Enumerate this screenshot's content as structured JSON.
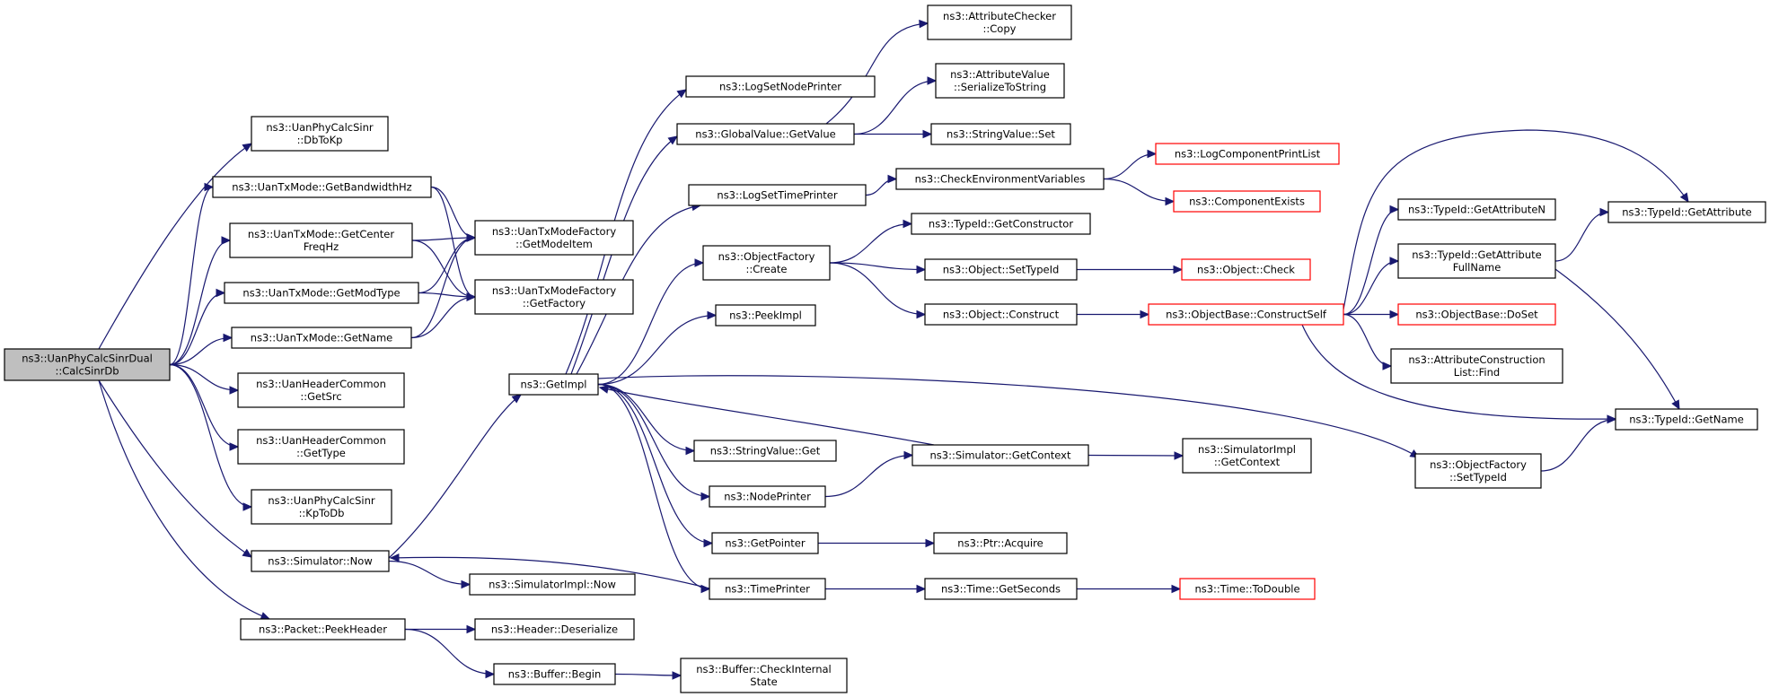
{
  "graph": {
    "nodes": [
      {
        "id": "root",
        "lines": [
          "ns3::UanPhyCalcSinrDual",
          "::CalcSinrDb"
        ],
        "style": "root"
      },
      {
        "id": "dbToKp",
        "lines": [
          "ns3::UanPhyCalcSinr",
          "::DbToKp"
        ],
        "style": "normal"
      },
      {
        "id": "getBandwidthHz",
        "lines": [
          "ns3::UanTxMode::GetBandwidthHz"
        ],
        "style": "normal"
      },
      {
        "id": "getCenterFreqHz",
        "lines": [
          "ns3::UanTxMode::GetCenter",
          "FreqHz"
        ],
        "style": "normal"
      },
      {
        "id": "getModType",
        "lines": [
          "ns3::UanTxMode::GetModType"
        ],
        "style": "normal"
      },
      {
        "id": "getName",
        "lines": [
          "ns3::UanTxMode::GetName"
        ],
        "style": "normal"
      },
      {
        "id": "getSrc",
        "lines": [
          "ns3::UanHeaderCommon",
          "::GetSrc"
        ],
        "style": "normal"
      },
      {
        "id": "getType",
        "lines": [
          "ns3::UanHeaderCommon",
          "::GetType"
        ],
        "style": "normal"
      },
      {
        "id": "kpToDb",
        "lines": [
          "ns3::UanPhyCalcSinr",
          "::KpToDb"
        ],
        "style": "normal"
      },
      {
        "id": "simNow",
        "lines": [
          "ns3::Simulator::Now"
        ],
        "style": "normal"
      },
      {
        "id": "peekHeader",
        "lines": [
          "ns3::Packet::PeekHeader"
        ],
        "style": "normal"
      },
      {
        "id": "getModeItem",
        "lines": [
          "ns3::UanTxModeFactory",
          "::GetModeItem"
        ],
        "style": "normal"
      },
      {
        "id": "getFactory",
        "lines": [
          "ns3::UanTxModeFactory",
          "::GetFactory"
        ],
        "style": "normal"
      },
      {
        "id": "implNow",
        "lines": [
          "ns3::SimulatorImpl::Now"
        ],
        "style": "normal"
      },
      {
        "id": "deserialize",
        "lines": [
          "ns3::Header::Deserialize"
        ],
        "style": "normal"
      },
      {
        "id": "bufBegin",
        "lines": [
          "ns3::Buffer::Begin"
        ],
        "style": "normal"
      },
      {
        "id": "checkInternal",
        "lines": [
          "ns3::Buffer::CheckInternal",
          "State"
        ],
        "style": "normal"
      },
      {
        "id": "getImpl",
        "lines": [
          "ns3::GetImpl"
        ],
        "style": "normal"
      },
      {
        "id": "logSetNodePrinter",
        "lines": [
          "ns3::LogSetNodePrinter"
        ],
        "style": "normal"
      },
      {
        "id": "gvGetValue",
        "lines": [
          "ns3::GlobalValue::GetValue"
        ],
        "style": "normal"
      },
      {
        "id": "logSetTimePrinter",
        "lines": [
          "ns3::LogSetTimePrinter"
        ],
        "style": "normal"
      },
      {
        "id": "ofCreate",
        "lines": [
          "ns3::ObjectFactory",
          "::Create"
        ],
        "style": "normal"
      },
      {
        "id": "peekImpl",
        "lines": [
          "ns3::PeekImpl"
        ],
        "style": "normal"
      },
      {
        "id": "svGet",
        "lines": [
          "ns3::StringValue::Get"
        ],
        "style": "normal"
      },
      {
        "id": "nodePrinter",
        "lines": [
          "ns3::NodePrinter"
        ],
        "style": "normal"
      },
      {
        "id": "getPointer",
        "lines": [
          "ns3::GetPointer"
        ],
        "style": "normal"
      },
      {
        "id": "timePrinter",
        "lines": [
          "ns3::TimePrinter"
        ],
        "style": "normal"
      },
      {
        "id": "acCopy",
        "lines": [
          "ns3::AttributeChecker",
          "::Copy"
        ],
        "style": "normal"
      },
      {
        "id": "avSerialize",
        "lines": [
          "ns3::AttributeValue",
          "::SerializeToString"
        ],
        "style": "normal"
      },
      {
        "id": "svSet",
        "lines": [
          "ns3::StringValue::Set"
        ],
        "style": "normal"
      },
      {
        "id": "checkEnv",
        "lines": [
          "ns3::CheckEnvironmentVariables"
        ],
        "style": "normal"
      },
      {
        "id": "tidGetConstructor",
        "lines": [
          "ns3::TypeId::GetConstructor"
        ],
        "style": "normal"
      },
      {
        "id": "objSetTypeId",
        "lines": [
          "ns3::Object::SetTypeId"
        ],
        "style": "normal"
      },
      {
        "id": "objConstruct",
        "lines": [
          "ns3::Object::Construct"
        ],
        "style": "normal"
      },
      {
        "id": "simGetContext",
        "lines": [
          "ns3::Simulator::GetContext"
        ],
        "style": "normal"
      },
      {
        "id": "ptrAcquire",
        "lines": [
          "ns3::Ptr::Acquire"
        ],
        "style": "normal"
      },
      {
        "id": "timeGetSeconds",
        "lines": [
          "ns3::Time::GetSeconds"
        ],
        "style": "normal"
      },
      {
        "id": "logCompPrintList",
        "lines": [
          "ns3::LogComponentPrintList"
        ],
        "style": "red"
      },
      {
        "id": "componentExists",
        "lines": [
          "ns3::ComponentExists"
        ],
        "style": "red"
      },
      {
        "id": "objCheck",
        "lines": [
          "ns3::Object::Check"
        ],
        "style": "red"
      },
      {
        "id": "constructSelf",
        "lines": [
          "ns3::ObjectBase::ConstructSelf"
        ],
        "style": "red"
      },
      {
        "id": "implGetContext",
        "lines": [
          "ns3::SimulatorImpl",
          "::GetContext"
        ],
        "style": "normal"
      },
      {
        "id": "timeToDouble",
        "lines": [
          "ns3::Time::ToDouble"
        ],
        "style": "red"
      },
      {
        "id": "tidGetAttributeN",
        "lines": [
          "ns3::TypeId::GetAttributeN"
        ],
        "style": "normal"
      },
      {
        "id": "tidGetAttrFullName",
        "lines": [
          "ns3::TypeId::GetAttribute",
          "FullName"
        ],
        "style": "normal"
      },
      {
        "id": "obDoSet",
        "lines": [
          "ns3::ObjectBase::DoSet"
        ],
        "style": "red"
      },
      {
        "id": "aclFind",
        "lines": [
          "ns3::AttributeConstruction",
          "List::Find"
        ],
        "style": "normal"
      },
      {
        "id": "ofSetTypeId",
        "lines": [
          "ns3::ObjectFactory",
          "::SetTypeId"
        ],
        "style": "normal"
      },
      {
        "id": "tidGetAttribute",
        "lines": [
          "ns3::TypeId::GetAttribute"
        ],
        "style": "normal"
      },
      {
        "id": "tidGetName",
        "lines": [
          "ns3::TypeId::GetName"
        ],
        "style": "normal"
      }
    ],
    "edges": [
      [
        "root",
        "dbToKp"
      ],
      [
        "root",
        "getBandwidthHz"
      ],
      [
        "root",
        "getCenterFreqHz"
      ],
      [
        "root",
        "getModType"
      ],
      [
        "root",
        "getName"
      ],
      [
        "root",
        "getSrc"
      ],
      [
        "root",
        "getType"
      ],
      [
        "root",
        "kpToDb"
      ],
      [
        "root",
        "simNow"
      ],
      [
        "root",
        "peekHeader"
      ],
      [
        "getBandwidthHz",
        "getModeItem"
      ],
      [
        "getBandwidthHz",
        "getFactory"
      ],
      [
        "getCenterFreqHz",
        "getModeItem"
      ],
      [
        "getCenterFreqHz",
        "getFactory"
      ],
      [
        "getModType",
        "getModeItem"
      ],
      [
        "getModType",
        "getFactory"
      ],
      [
        "getName",
        "getModeItem"
      ],
      [
        "getName",
        "getFactory"
      ],
      [
        "simNow",
        "getImpl"
      ],
      [
        "simNow",
        "implNow"
      ],
      [
        "peekHeader",
        "deserialize"
      ],
      [
        "peekHeader",
        "bufBegin"
      ],
      [
        "bufBegin",
        "checkInternal"
      ],
      [
        "getImpl",
        "logSetNodePrinter"
      ],
      [
        "getImpl",
        "gvGetValue"
      ],
      [
        "getImpl",
        "logSetTimePrinter"
      ],
      [
        "getImpl",
        "ofCreate"
      ],
      [
        "getImpl",
        "peekImpl"
      ],
      [
        "getImpl",
        "svGet"
      ],
      [
        "getImpl",
        "nodePrinter"
      ],
      [
        "getImpl",
        "getPointer"
      ],
      [
        "getImpl",
        "timePrinter"
      ],
      [
        "getImpl",
        "ofSetTypeId"
      ],
      [
        "gvGetValue",
        "acCopy"
      ],
      [
        "gvGetValue",
        "avSerialize"
      ],
      [
        "gvGetValue",
        "svSet"
      ],
      [
        "logSetTimePrinter",
        "checkEnv"
      ],
      [
        "checkEnv",
        "logCompPrintList"
      ],
      [
        "checkEnv",
        "componentExists"
      ],
      [
        "ofCreate",
        "tidGetConstructor"
      ],
      [
        "ofCreate",
        "objSetTypeId"
      ],
      [
        "ofCreate",
        "objConstruct"
      ],
      [
        "objSetTypeId",
        "objCheck"
      ],
      [
        "objConstruct",
        "constructSelf"
      ],
      [
        "constructSelf",
        "tidGetAttributeN"
      ],
      [
        "constructSelf",
        "tidGetAttrFullName"
      ],
      [
        "constructSelf",
        "obDoSet"
      ],
      [
        "constructSelf",
        "aclFind"
      ],
      [
        "constructSelf",
        "tidGetAttribute"
      ],
      [
        "constructSelf",
        "tidGetName"
      ],
      [
        "tidGetAttrFullName",
        "tidGetAttribute"
      ],
      [
        "tidGetAttrFullName",
        "tidGetName"
      ],
      [
        "ofSetTypeId",
        "tidGetName"
      ],
      [
        "nodePrinter",
        "simGetContext"
      ],
      [
        "simGetContext",
        "getImpl"
      ],
      [
        "simGetContext",
        "implGetContext"
      ],
      [
        "getPointer",
        "ptrAcquire"
      ],
      [
        "timePrinter",
        "timeGetSeconds"
      ],
      [
        "timePrinter",
        "simNow"
      ],
      [
        "timeGetSeconds",
        "timeToDouble"
      ]
    ]
  }
}
